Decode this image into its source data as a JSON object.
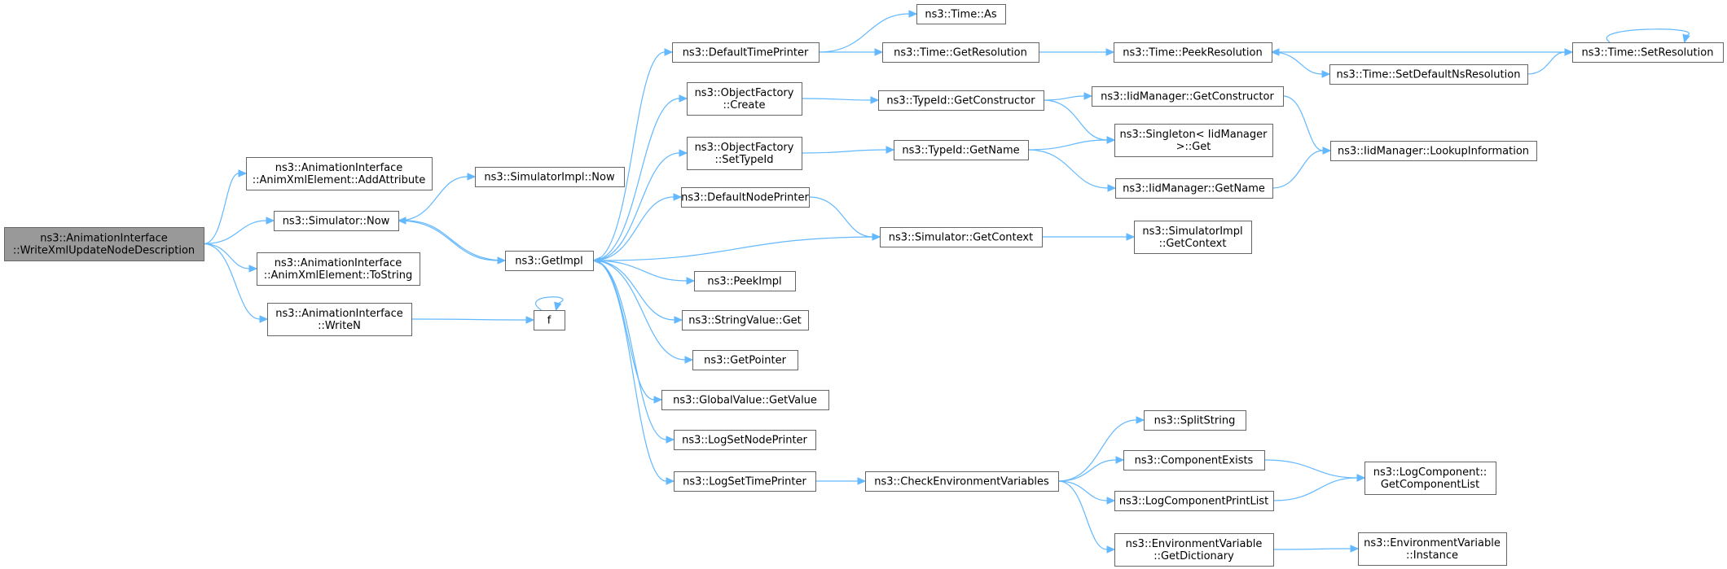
{
  "nodes": [
    {
      "id": "root",
      "lines": [
        "ns3::AnimationInterface",
        "::WriteXmlUpdateNodeDescription"
      ],
      "root": true
    },
    {
      "id": "addattr",
      "lines": [
        "ns3::AnimationInterface",
        "::AnimXmlElement::AddAttribute"
      ]
    },
    {
      "id": "simnow",
      "lines": [
        "ns3::Simulator::Now"
      ]
    },
    {
      "id": "tostring",
      "lines": [
        "ns3::AnimationInterface",
        "::AnimXmlElement::ToString"
      ]
    },
    {
      "id": "writen",
      "lines": [
        "ns3::AnimationInterface",
        "::WriteN"
      ]
    },
    {
      "id": "simimplnow",
      "lines": [
        "ns3::SimulatorImpl::Now"
      ]
    },
    {
      "id": "getimpl",
      "lines": [
        "ns3::GetImpl"
      ]
    },
    {
      "id": "f",
      "lines": [
        "f"
      ]
    },
    {
      "id": "deftime",
      "lines": [
        "ns3::DefaultTimePrinter"
      ]
    },
    {
      "id": "ofcreate",
      "lines": [
        "ns3::ObjectFactory",
        "::Create"
      ]
    },
    {
      "id": "ofsettype",
      "lines": [
        "ns3::ObjectFactory",
        "::SetTypeId"
      ]
    },
    {
      "id": "defnode",
      "lines": [
        "ns3::DefaultNodePrinter"
      ]
    },
    {
      "id": "peekimpl",
      "lines": [
        "ns3::PeekImpl"
      ]
    },
    {
      "id": "strget",
      "lines": [
        "ns3::StringValue::Get"
      ]
    },
    {
      "id": "getptr",
      "lines": [
        "ns3::GetPointer"
      ]
    },
    {
      "id": "gvget",
      "lines": [
        "ns3::GlobalValue::GetValue"
      ]
    },
    {
      "id": "lognode",
      "lines": [
        "ns3::LogSetNodePrinter"
      ]
    },
    {
      "id": "logtime",
      "lines": [
        "ns3::LogSetTimePrinter"
      ]
    },
    {
      "id": "timeas",
      "lines": [
        "ns3::Time::As"
      ]
    },
    {
      "id": "timegetres",
      "lines": [
        "ns3::Time::GetResolution"
      ]
    },
    {
      "id": "tidgetctor",
      "lines": [
        "ns3::TypeId::GetConstructor"
      ]
    },
    {
      "id": "tidgetname",
      "lines": [
        "ns3::TypeId::GetName"
      ]
    },
    {
      "id": "simgetctx",
      "lines": [
        "ns3::Simulator::GetContext"
      ]
    },
    {
      "id": "checkenv",
      "lines": [
        "ns3::CheckEnvironmentVariables"
      ]
    },
    {
      "id": "timepeekres",
      "lines": [
        "ns3::Time::PeekResolution"
      ]
    },
    {
      "id": "iidgetctor",
      "lines": [
        "ns3::IidManager::GetConstructor"
      ]
    },
    {
      "id": "singleton",
      "lines": [
        "ns3::Singleton< IidManager",
        " >::Get"
      ]
    },
    {
      "id": "iidgetname",
      "lines": [
        "ns3::IidManager::GetName"
      ]
    },
    {
      "id": "simimplctx",
      "lines": [
        "ns3::SimulatorImpl",
        "::GetContext"
      ]
    },
    {
      "id": "split",
      "lines": [
        "ns3::SplitString"
      ]
    },
    {
      "id": "compexists",
      "lines": [
        "ns3::ComponentExists"
      ]
    },
    {
      "id": "logprint",
      "lines": [
        "ns3::LogComponentPrintList"
      ]
    },
    {
      "id": "envdict",
      "lines": [
        "ns3::EnvironmentVariable",
        "::GetDictionary"
      ]
    },
    {
      "id": "timesetdef",
      "lines": [
        "ns3::Time::SetDefaultNsResolution"
      ]
    },
    {
      "id": "iidlookup",
      "lines": [
        "ns3::IidManager::LookupInformation"
      ]
    },
    {
      "id": "logcomplist",
      "lines": [
        "ns3::LogComponent::",
        "GetComponentList"
      ]
    },
    {
      "id": "envinst",
      "lines": [
        "ns3::EnvironmentVariable",
        "::Instance"
      ]
    },
    {
      "id": "timesetres",
      "lines": [
        "ns3::Time::SetResolution"
      ]
    }
  ],
  "edges": [
    [
      "root",
      "addattr"
    ],
    [
      "root",
      "simnow"
    ],
    [
      "root",
      "tostring"
    ],
    [
      "root",
      "writen"
    ],
    [
      "simnow",
      "simimplnow"
    ],
    [
      "simnow",
      "getimpl"
    ],
    [
      "writen",
      "f"
    ],
    [
      "f",
      "f"
    ],
    [
      "getimpl",
      "deftime"
    ],
    [
      "getimpl",
      "ofcreate"
    ],
    [
      "getimpl",
      "ofsettype"
    ],
    [
      "getimpl",
      "defnode"
    ],
    [
      "getimpl",
      "peekimpl"
    ],
    [
      "getimpl",
      "strget"
    ],
    [
      "getimpl",
      "getptr"
    ],
    [
      "getimpl",
      "gvget"
    ],
    [
      "getimpl",
      "lognode"
    ],
    [
      "getimpl",
      "logtime"
    ],
    [
      "getimpl",
      "simnow"
    ],
    [
      "deftime",
      "timeas"
    ],
    [
      "deftime",
      "timegetres"
    ],
    [
      "ofcreate",
      "tidgetctor"
    ],
    [
      "ofsettype",
      "tidgetname"
    ],
    [
      "defnode",
      "simgetctx"
    ],
    [
      "simgetctx",
      "getimpl"
    ],
    [
      "simgetctx",
      "simimplctx"
    ],
    [
      "logtime",
      "checkenv"
    ],
    [
      "timegetres",
      "timepeekres"
    ],
    [
      "timepeekres",
      "timesetdef"
    ],
    [
      "timesetdef",
      "timesetres"
    ],
    [
      "timesetres",
      "timepeekres"
    ],
    [
      "timesetres",
      "timesetres"
    ],
    [
      "tidgetctor",
      "iidgetctor"
    ],
    [
      "tidgetctor",
      "singleton"
    ],
    [
      "tidgetname",
      "singleton"
    ],
    [
      "tidgetname",
      "iidgetname"
    ],
    [
      "iidgetctor",
      "iidlookup"
    ],
    [
      "iidgetname",
      "iidlookup"
    ],
    [
      "checkenv",
      "split"
    ],
    [
      "checkenv",
      "compexists"
    ],
    [
      "checkenv",
      "logprint"
    ],
    [
      "checkenv",
      "envdict"
    ],
    [
      "compexists",
      "logcomplist"
    ],
    [
      "logprint",
      "logcomplist"
    ],
    [
      "envdict",
      "envinst"
    ]
  ],
  "colors": {
    "edge": "#63b8ff",
    "node_border": "#666666",
    "root_fill": "#999999",
    "node_fill": "#ffffff"
  }
}
